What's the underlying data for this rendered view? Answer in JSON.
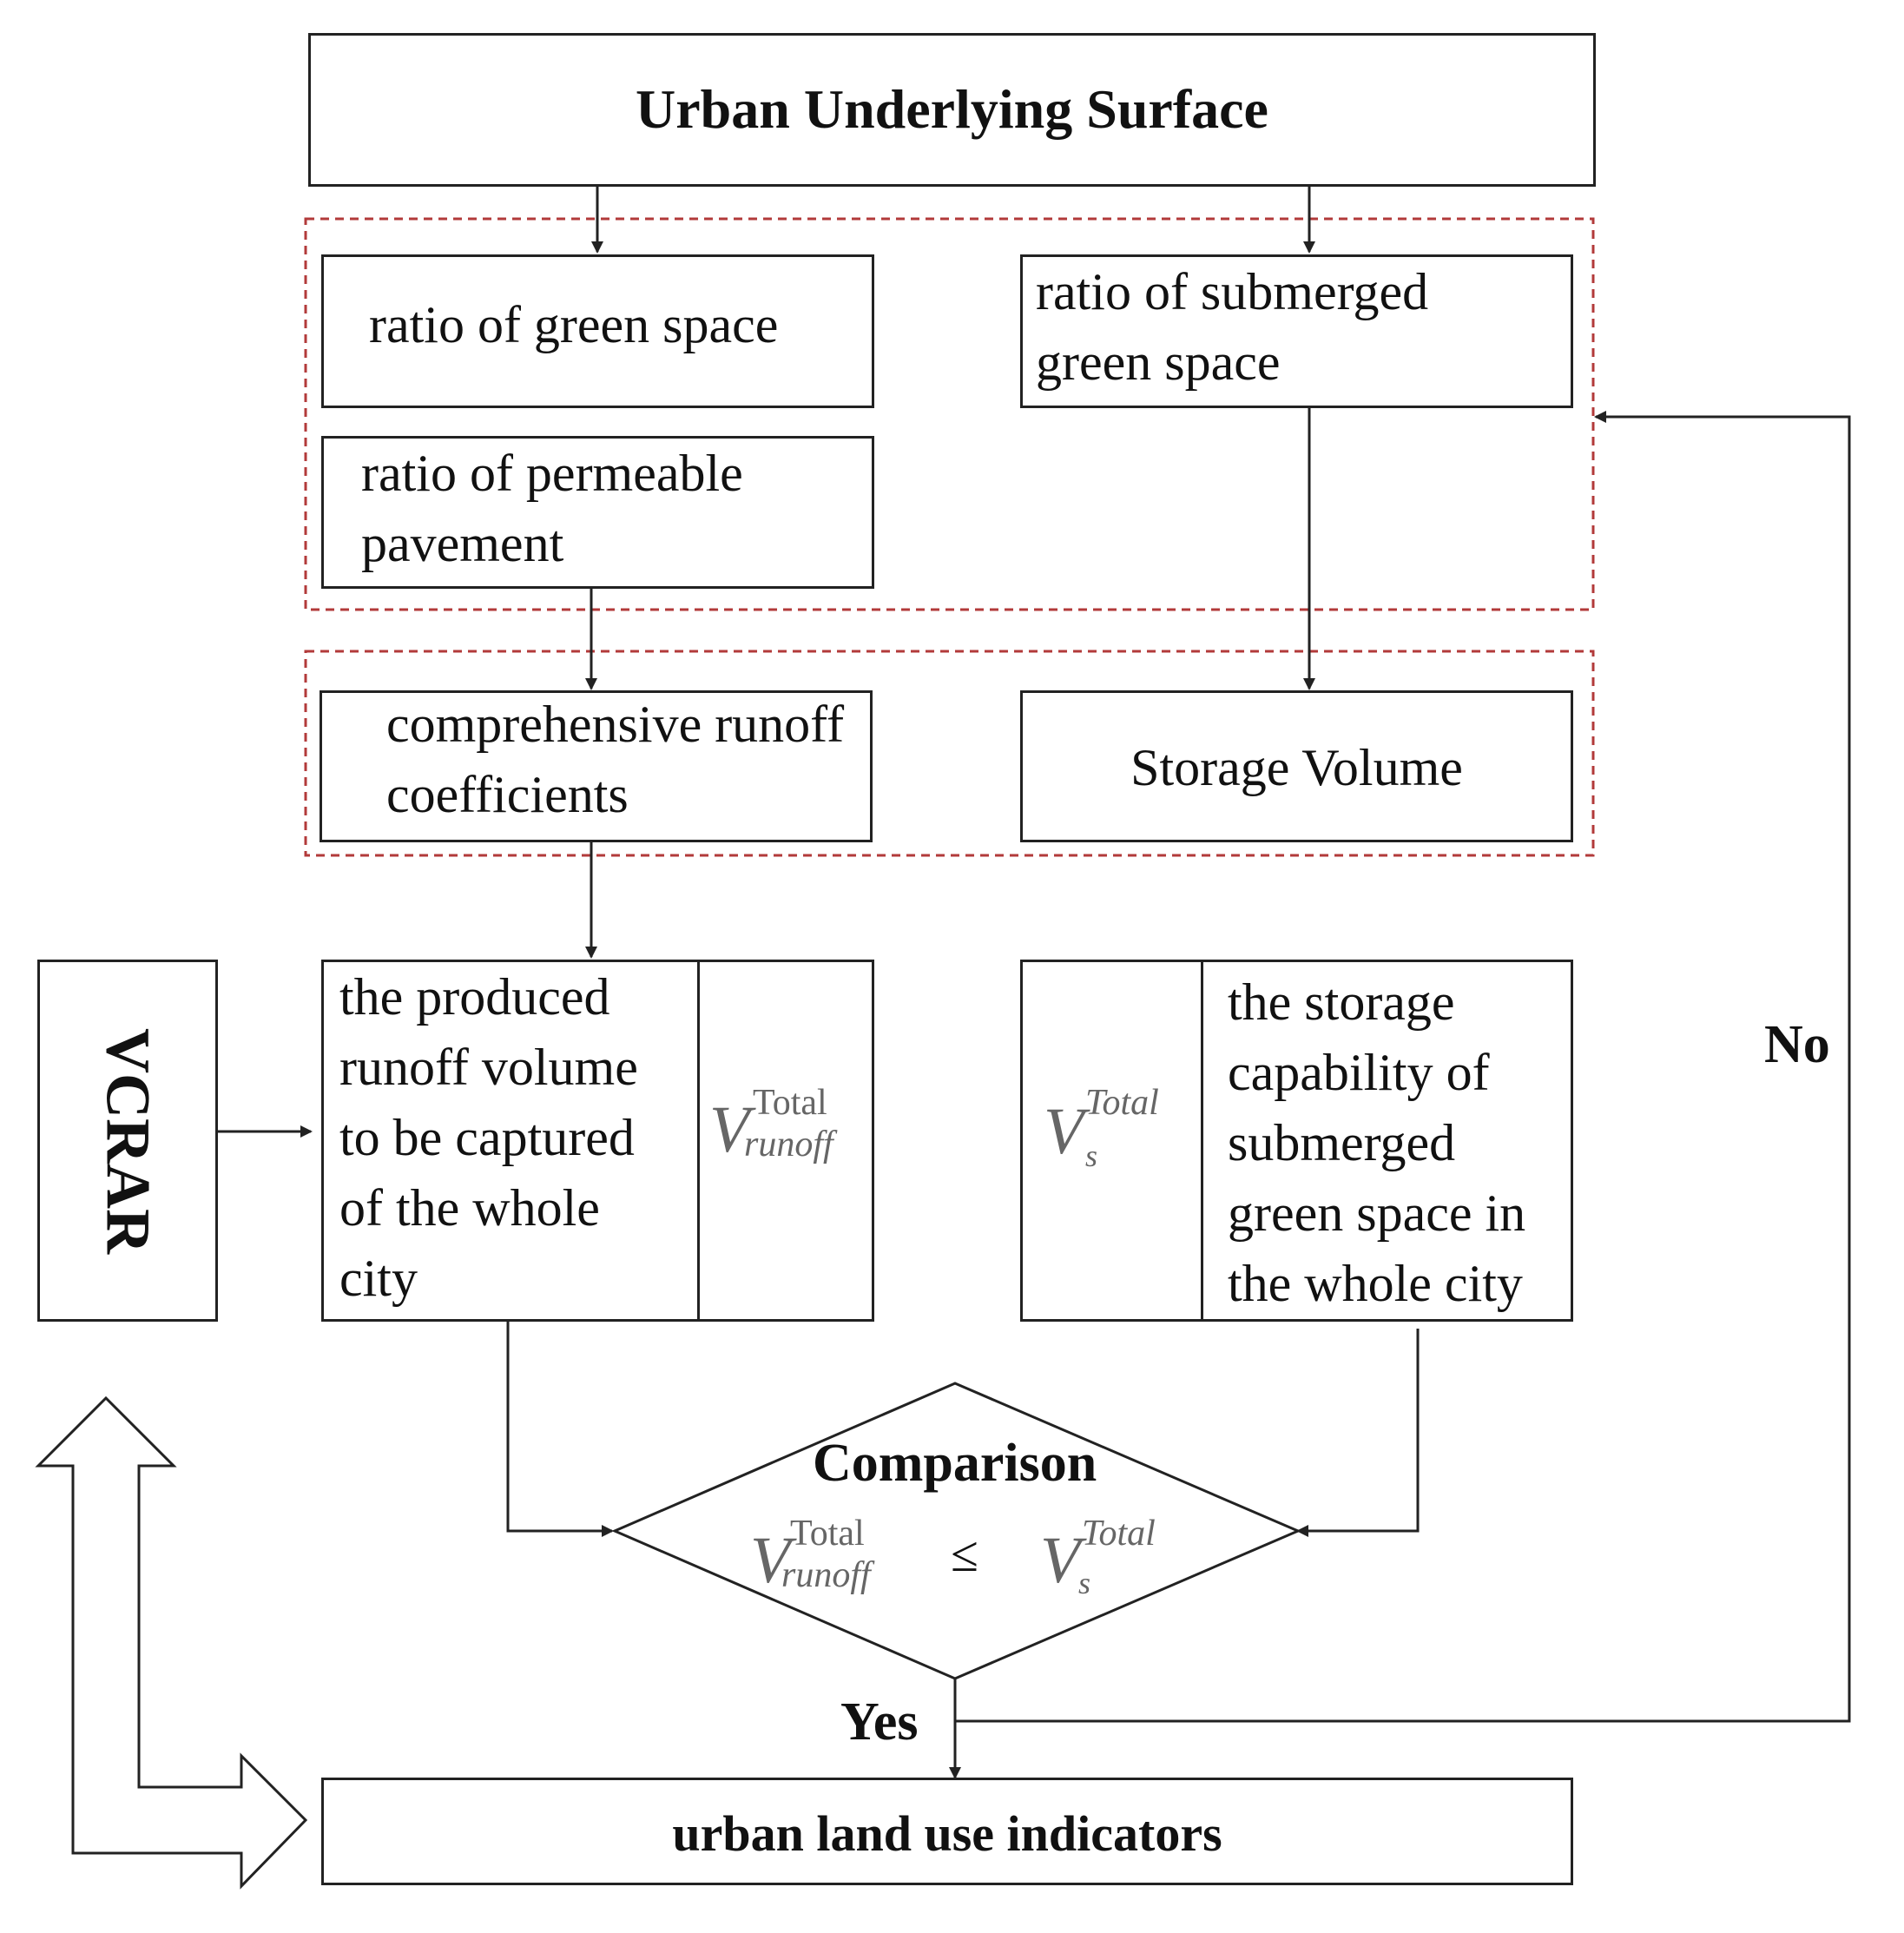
{
  "nodes": {
    "top": "Urban Underlying Surface",
    "green_space": "ratio of green space",
    "submerged_green": "ratio of submerged green space",
    "permeable_pavement": "ratio of permeable pavement",
    "runoff_coefficients": "comprehensive runoff coefficients",
    "storage_volume": "Storage Volume",
    "vcrar": "VCRAR",
    "produced_runoff": "the produced runoff volume to be captured of the whole city",
    "storage_capability": "the storage capability of submerged green space in the whole city",
    "comparison_title": "Comparison",
    "leq": "≤",
    "bottom": "urban land use indicators"
  },
  "symbols": {
    "v_main": "V",
    "runoff_sup": "Total",
    "runoff_sub": "runoff",
    "s_sup": "Total",
    "s_sub": "s"
  },
  "edges": {
    "no_label": "No",
    "yes_label": "Yes"
  },
  "colors": {
    "line": "#222222",
    "dashed_group": "#b23a3a"
  }
}
